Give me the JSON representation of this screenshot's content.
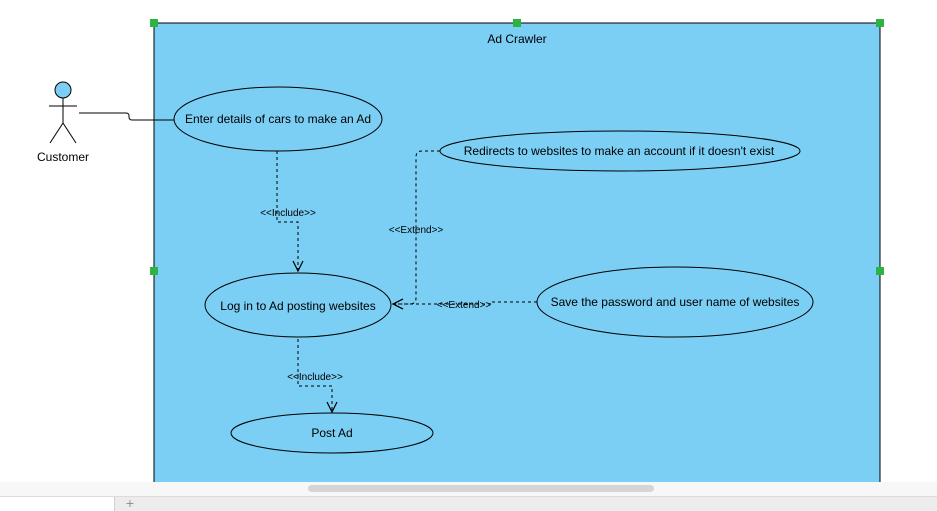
{
  "diagram": {
    "system_name": "Ad Crawler",
    "actor": {
      "name": "Customer"
    },
    "use_cases": {
      "enter_details": "Enter details of cars to make an Ad",
      "redirects": "Redirects to websites to make an account if it doesn't exist",
      "log_in": "Log in to Ad posting websites",
      "save_password": "Save the password and user name of websites",
      "post_ad": "Post Ad"
    },
    "relations": {
      "include_1": "<<Include>>",
      "include_2": "<<Include>>",
      "extend_1": "<<Extend>>",
      "extend_2": "<<Extend>>"
    },
    "colors": {
      "system_fill": "#7bcef4",
      "selection_handle": "#2db342",
      "actor_head": "#7bcef4"
    }
  },
  "editor": {
    "add_page_icon": "plus-icon"
  }
}
